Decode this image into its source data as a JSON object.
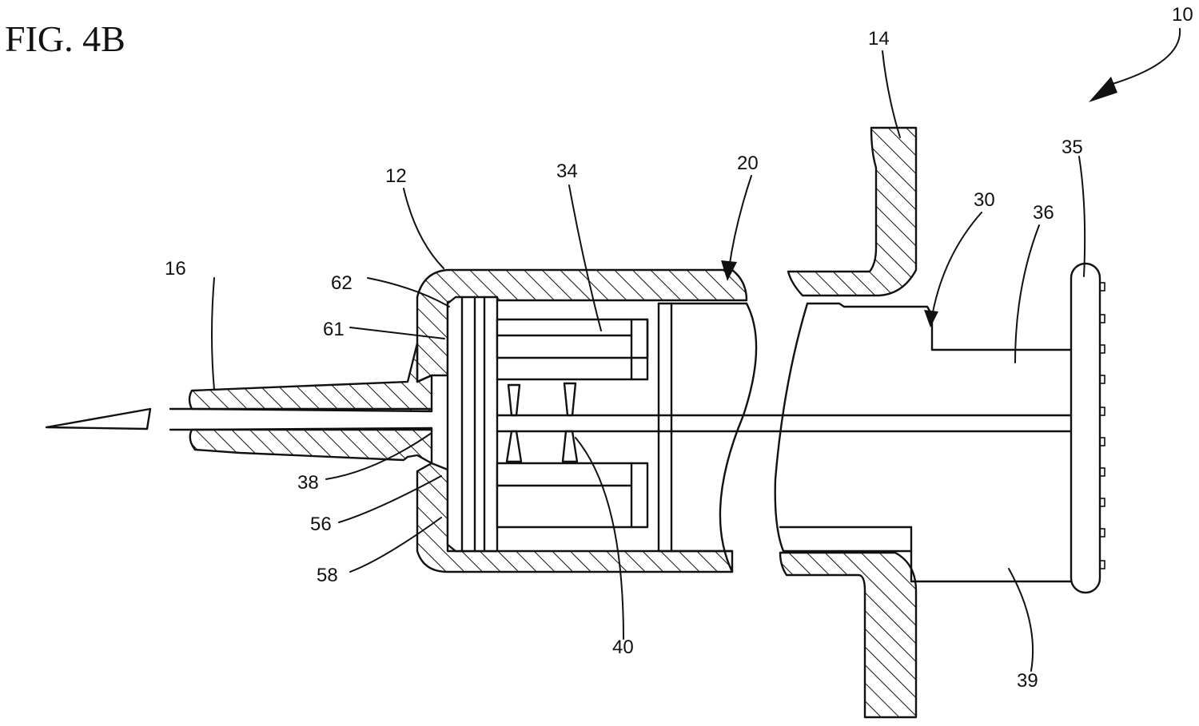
{
  "figure": {
    "title": "FIG. 4B",
    "labels": {
      "l10": "10",
      "l12": "12",
      "l14": "14",
      "l16": "16",
      "l20": "20",
      "l30": "30",
      "l34": "34",
      "l35": "35",
      "l36": "36",
      "l38": "38",
      "l39": "39",
      "l40": "40",
      "l56": "56",
      "l58": "58",
      "l61": "61",
      "l62": "62"
    }
  }
}
